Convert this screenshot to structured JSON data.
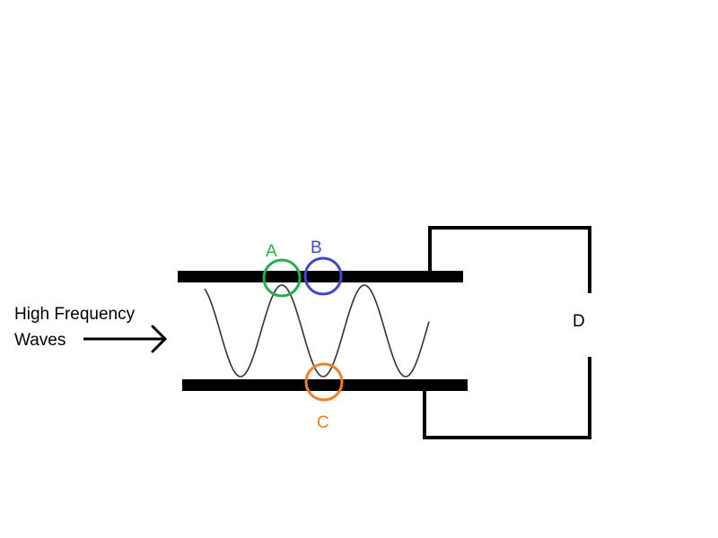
{
  "labels": {
    "input_line1": "High Frequency",
    "input_line2": "Waves",
    "point_a": "A",
    "point_b": "B",
    "point_c": "C",
    "point_d": "D"
  },
  "colors": {
    "line": "#000000",
    "wave": "#333333",
    "circle_a": "#22b14c",
    "circle_b": "#3f48cc",
    "circle_c": "#f07f28"
  }
}
